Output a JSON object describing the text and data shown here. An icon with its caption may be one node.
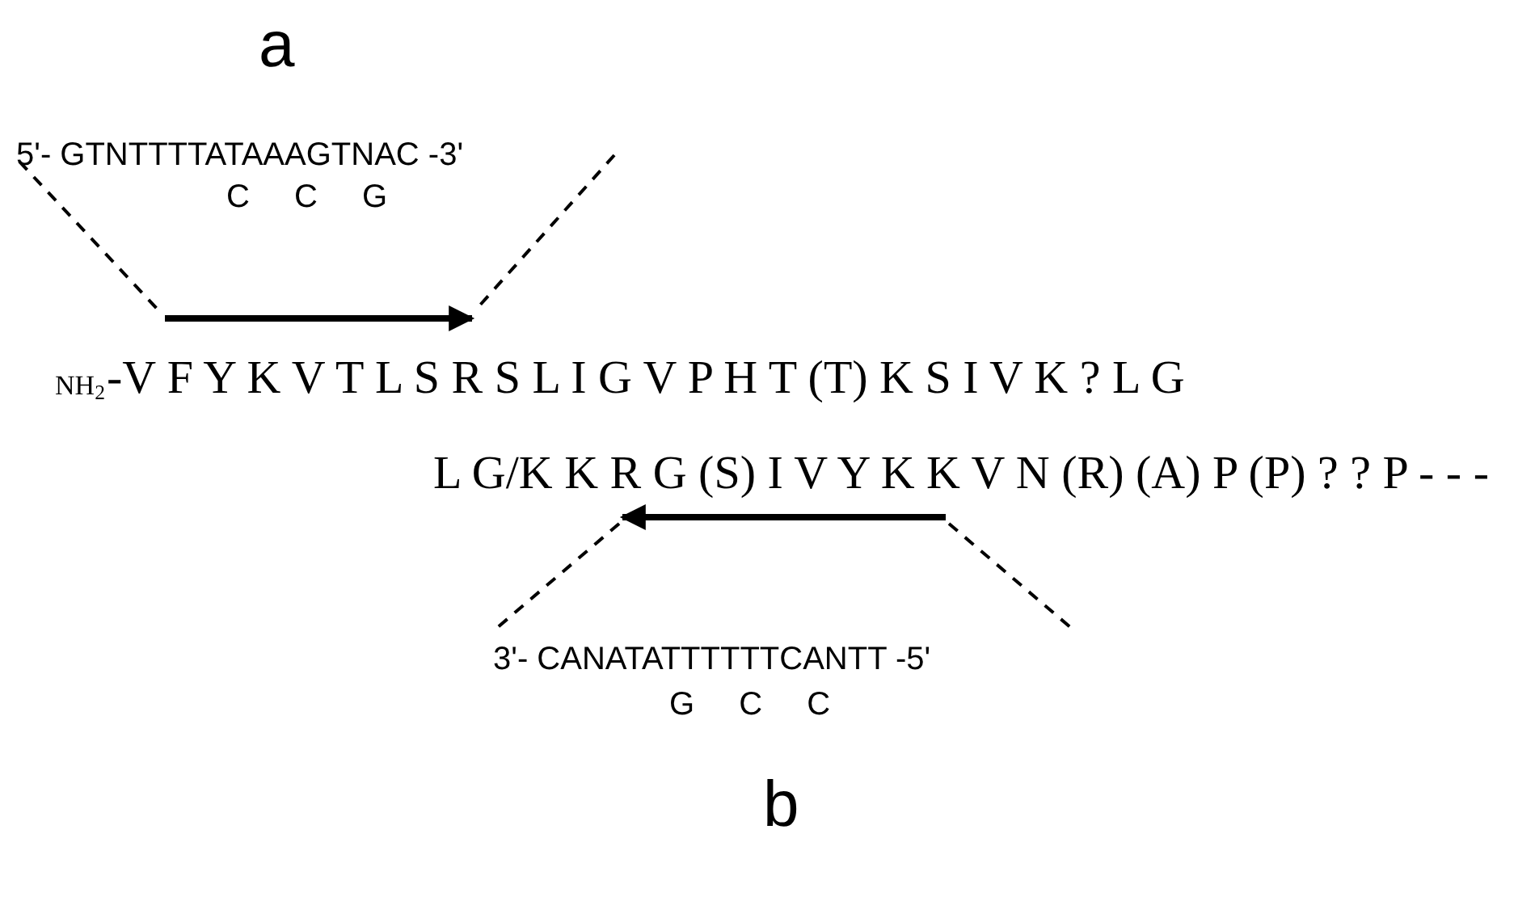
{
  "diagram": {
    "labels": [
      "a",
      "5'- GTNTTTTATAAAGTNAC -3'",
      "C C G",
      "NH$_{2}$",
      "-V F Y K V T L S R S L I G V P H T (T) K S I V K ? L G",
      "L G/K K R G (S) I V Y K K V N (R) (A) P (P) ? ? P - - -",
      "3'- CANATATTTTTTCANTT -5'",
      "G C C",
      "b"
    ]
  }
}
